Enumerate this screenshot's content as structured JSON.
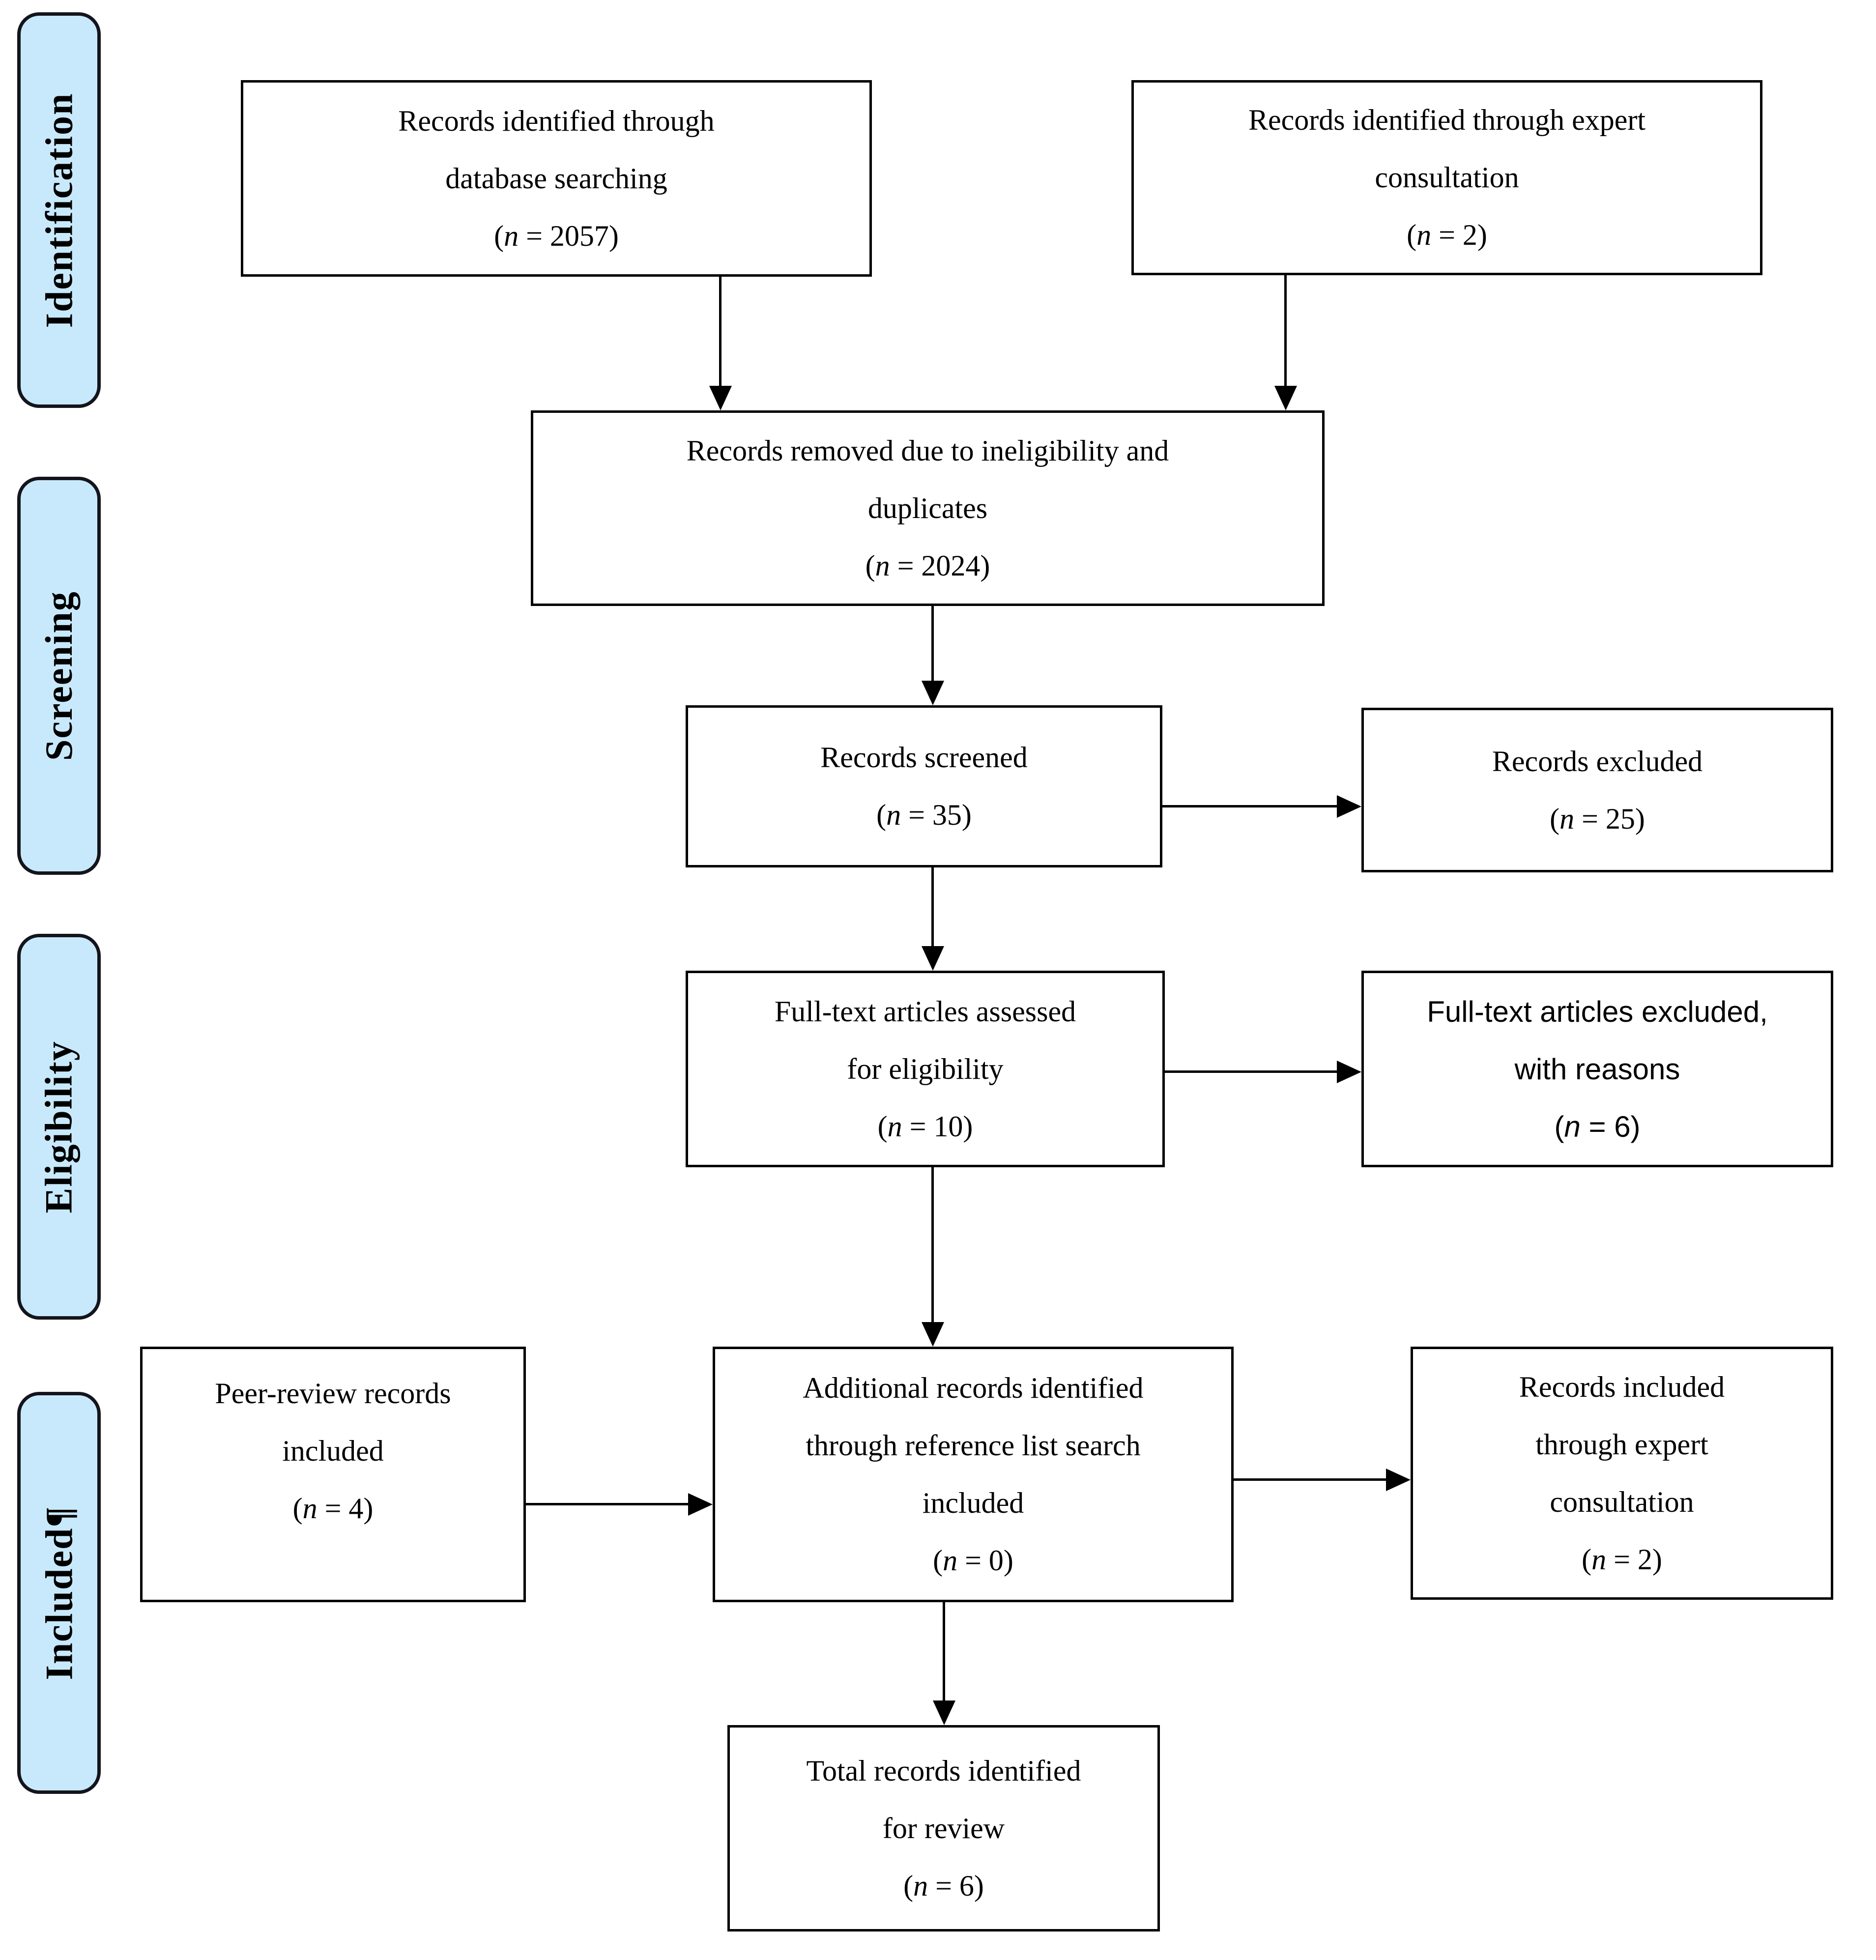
{
  "colors": {
    "page_bg": "#ffffff",
    "stage_fill": "#c8e9fb",
    "stage_border": "#14141c",
    "box_border": "#000000",
    "arrow": "#000000",
    "text": "#000000"
  },
  "stages": [
    {
      "id": "identification",
      "text": "Identification"
    },
    {
      "id": "screening",
      "text": "Screening"
    },
    {
      "id": "eligibility",
      "text": "Eligibility"
    },
    {
      "id": "included",
      "text": "Included¶"
    }
  ],
  "boxes": [
    {
      "id": "db-search",
      "lines": [
        "Records identified through",
        "database searching",
        "(n = 2057)"
      ]
    },
    {
      "id": "expert-consult",
      "lines": [
        "Records identified through expert",
        "consultation",
        "(n = 2)"
      ]
    },
    {
      "id": "removed",
      "lines": [
        "Records removed due to ineligibility and",
        "duplicates",
        "(n = 2024)"
      ]
    },
    {
      "id": "screened",
      "lines": [
        "Records screened",
        "(n = 35)"
      ]
    },
    {
      "id": "excluded",
      "lines": [
        "Records excluded",
        "(n = 25)"
      ]
    },
    {
      "id": "fulltext-assessed",
      "lines": [
        "Full-text articles assessed",
        "for eligibility",
        "(n = 10)"
      ]
    },
    {
      "id": "fulltext-excluded",
      "lines": [
        "Full-text articles excluded,",
        "with reasons",
        "(n = 6)"
      ]
    },
    {
      "id": "peer-review",
      "lines": [
        "Peer-review records",
        "included",
        "(n = 4)"
      ]
    },
    {
      "id": "additional-records",
      "lines": [
        "Additional records identified",
        "through reference list search",
        "included",
        "(n = 0)"
      ]
    },
    {
      "id": "included-expert",
      "lines": [
        "Records included",
        "through expert",
        "consultation",
        "(n = 2)"
      ]
    },
    {
      "id": "total",
      "lines": [
        "Total records identified",
        "for review",
        "(n = 6)"
      ]
    }
  ]
}
